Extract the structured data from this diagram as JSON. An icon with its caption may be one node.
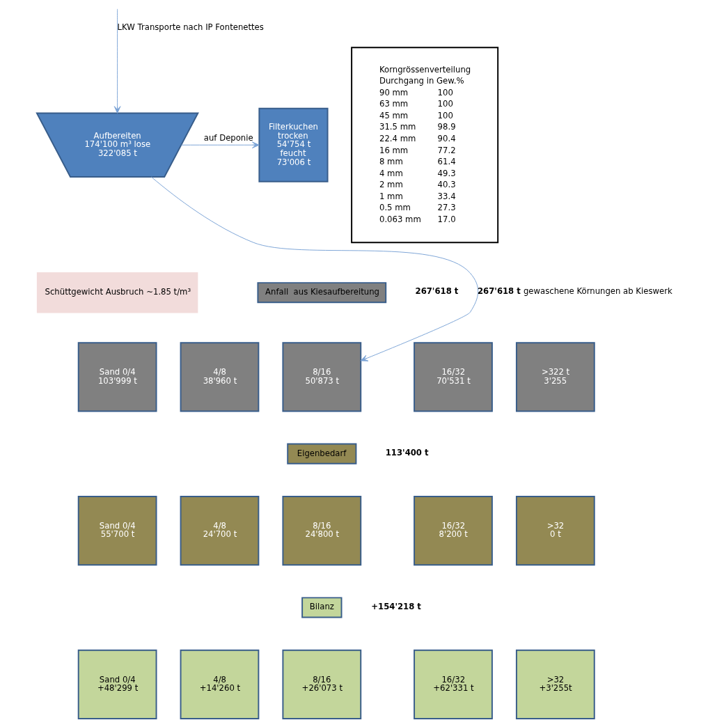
{
  "diagram": {
    "nodes": [
      {
        "text": [
          "Aufbereiten",
          "174'100 m³ lose",
          "322'085 t"
        ]
      },
      {
        "text": [
          "Filterkuchen",
          "trocken",
          "54'754 t",
          "feucht",
          "73'006 t"
        ]
      },
      {
        "text": [
          "Korngrössenverteilung",
          "Durchgang in Gew.%",
          "90 mm",
          "100",
          "63 mm",
          "100",
          "45 mm",
          "100",
          "31.5 mm",
          "98.9",
          "22.4 mm",
          "90.4",
          "16 mm",
          "77.2",
          "8 mm",
          "61.4",
          "4 mm",
          "49.3",
          "2 mm",
          "40.3",
          "1 mm",
          "33.4",
          "0.5 mm",
          "27.3",
          "0.063 mm",
          "17.0"
        ]
      },
      {
        "text": [
          "Schüttgewicht Ausbruch ~1.85 t/m³"
        ]
      },
      {
        "text": [
          "Anfall  aus Kiesaufbereitung"
        ],
        "beside": [
          "267'618 t"
        ]
      },
      {
        "text": [
          "Sand 0/4",
          "103'999 t"
        ]
      },
      {
        "text": [
          "4/8",
          "38'960 t"
        ]
      },
      {
        "text": [
          "8/16",
          "50'873 t"
        ]
      },
      {
        "text": [
          "16/32",
          "70'531 t"
        ]
      },
      {
        "text": [
          ">322 t",
          "3'255"
        ]
      },
      {
        "text": [
          "Eigenbedarf"
        ],
        "beside": [
          "113'400 t"
        ]
      },
      {
        "text": [
          "Sand 0/4",
          "55'700 t"
        ]
      },
      {
        "text": [
          "4/8",
          "24'700 t"
        ]
      },
      {
        "text": [
          "8/16",
          "24'800 t"
        ]
      },
      {
        "text": [
          "16/32",
          "8'200 t"
        ]
      },
      {
        "text": [
          ">32",
          "0 t"
        ]
      },
      {
        "text": [
          "Bilanz"
        ],
        "beside": [
          "+154'218 t"
        ]
      },
      {
        "text": [
          "Sand 0/4",
          "+48'299 t"
        ]
      },
      {
        "text": [
          "4/8",
          "+14'260 t"
        ]
      },
      {
        "text": [
          "8/16",
          "+26'073 t"
        ]
      },
      {
        "text": [
          "16/32",
          "+62'331 t"
        ]
      },
      {
        "text": [
          ">32",
          "+3'255t"
        ]
      }
    ],
    "edges": [
      {
        "from": null,
        "to": 0,
        "arrow": "to",
        "label": "LKW Transporte nach IP Fontenettes"
      },
      {
        "from": 0,
        "to": 1,
        "arrow": "to",
        "label": "auf Deponie"
      },
      {
        "from": 0,
        "to": 7,
        "arrow": "to",
        "label": "**267'618 t** gewaschene Körnungen ab Kieswerk"
      }
    ]
  }
}
